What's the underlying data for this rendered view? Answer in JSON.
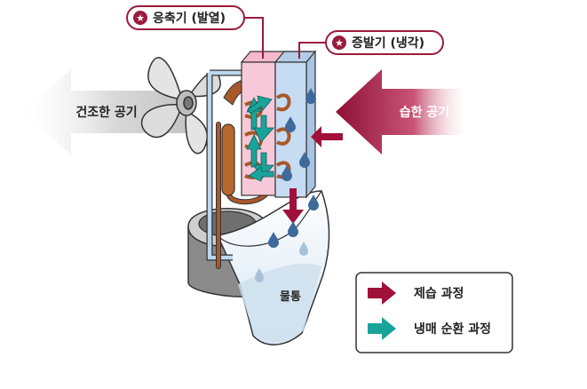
{
  "labels": {
    "condenser": "응축기 (발열)",
    "evaporator": "증발기 (냉각)",
    "dry_air": "건조한 공기",
    "humid_air": "습한 공기",
    "water_tank": "물통"
  },
  "legend": {
    "dehumidify": "제습 과정",
    "refrigerant": "냉매 순환 과정"
  },
  "colors": {
    "dehumidify_arrow": "#a0103a",
    "refrigerant_arrow": "#1aa39a",
    "pill_border": "#9a1b3c",
    "condenser": "#f7c9d8",
    "evaporator": "#c6dcf2",
    "copper_pipe": "#a8582a"
  },
  "icons": {
    "pill_marker": "star-badge-icon",
    "water": "water-drop-icon"
  }
}
